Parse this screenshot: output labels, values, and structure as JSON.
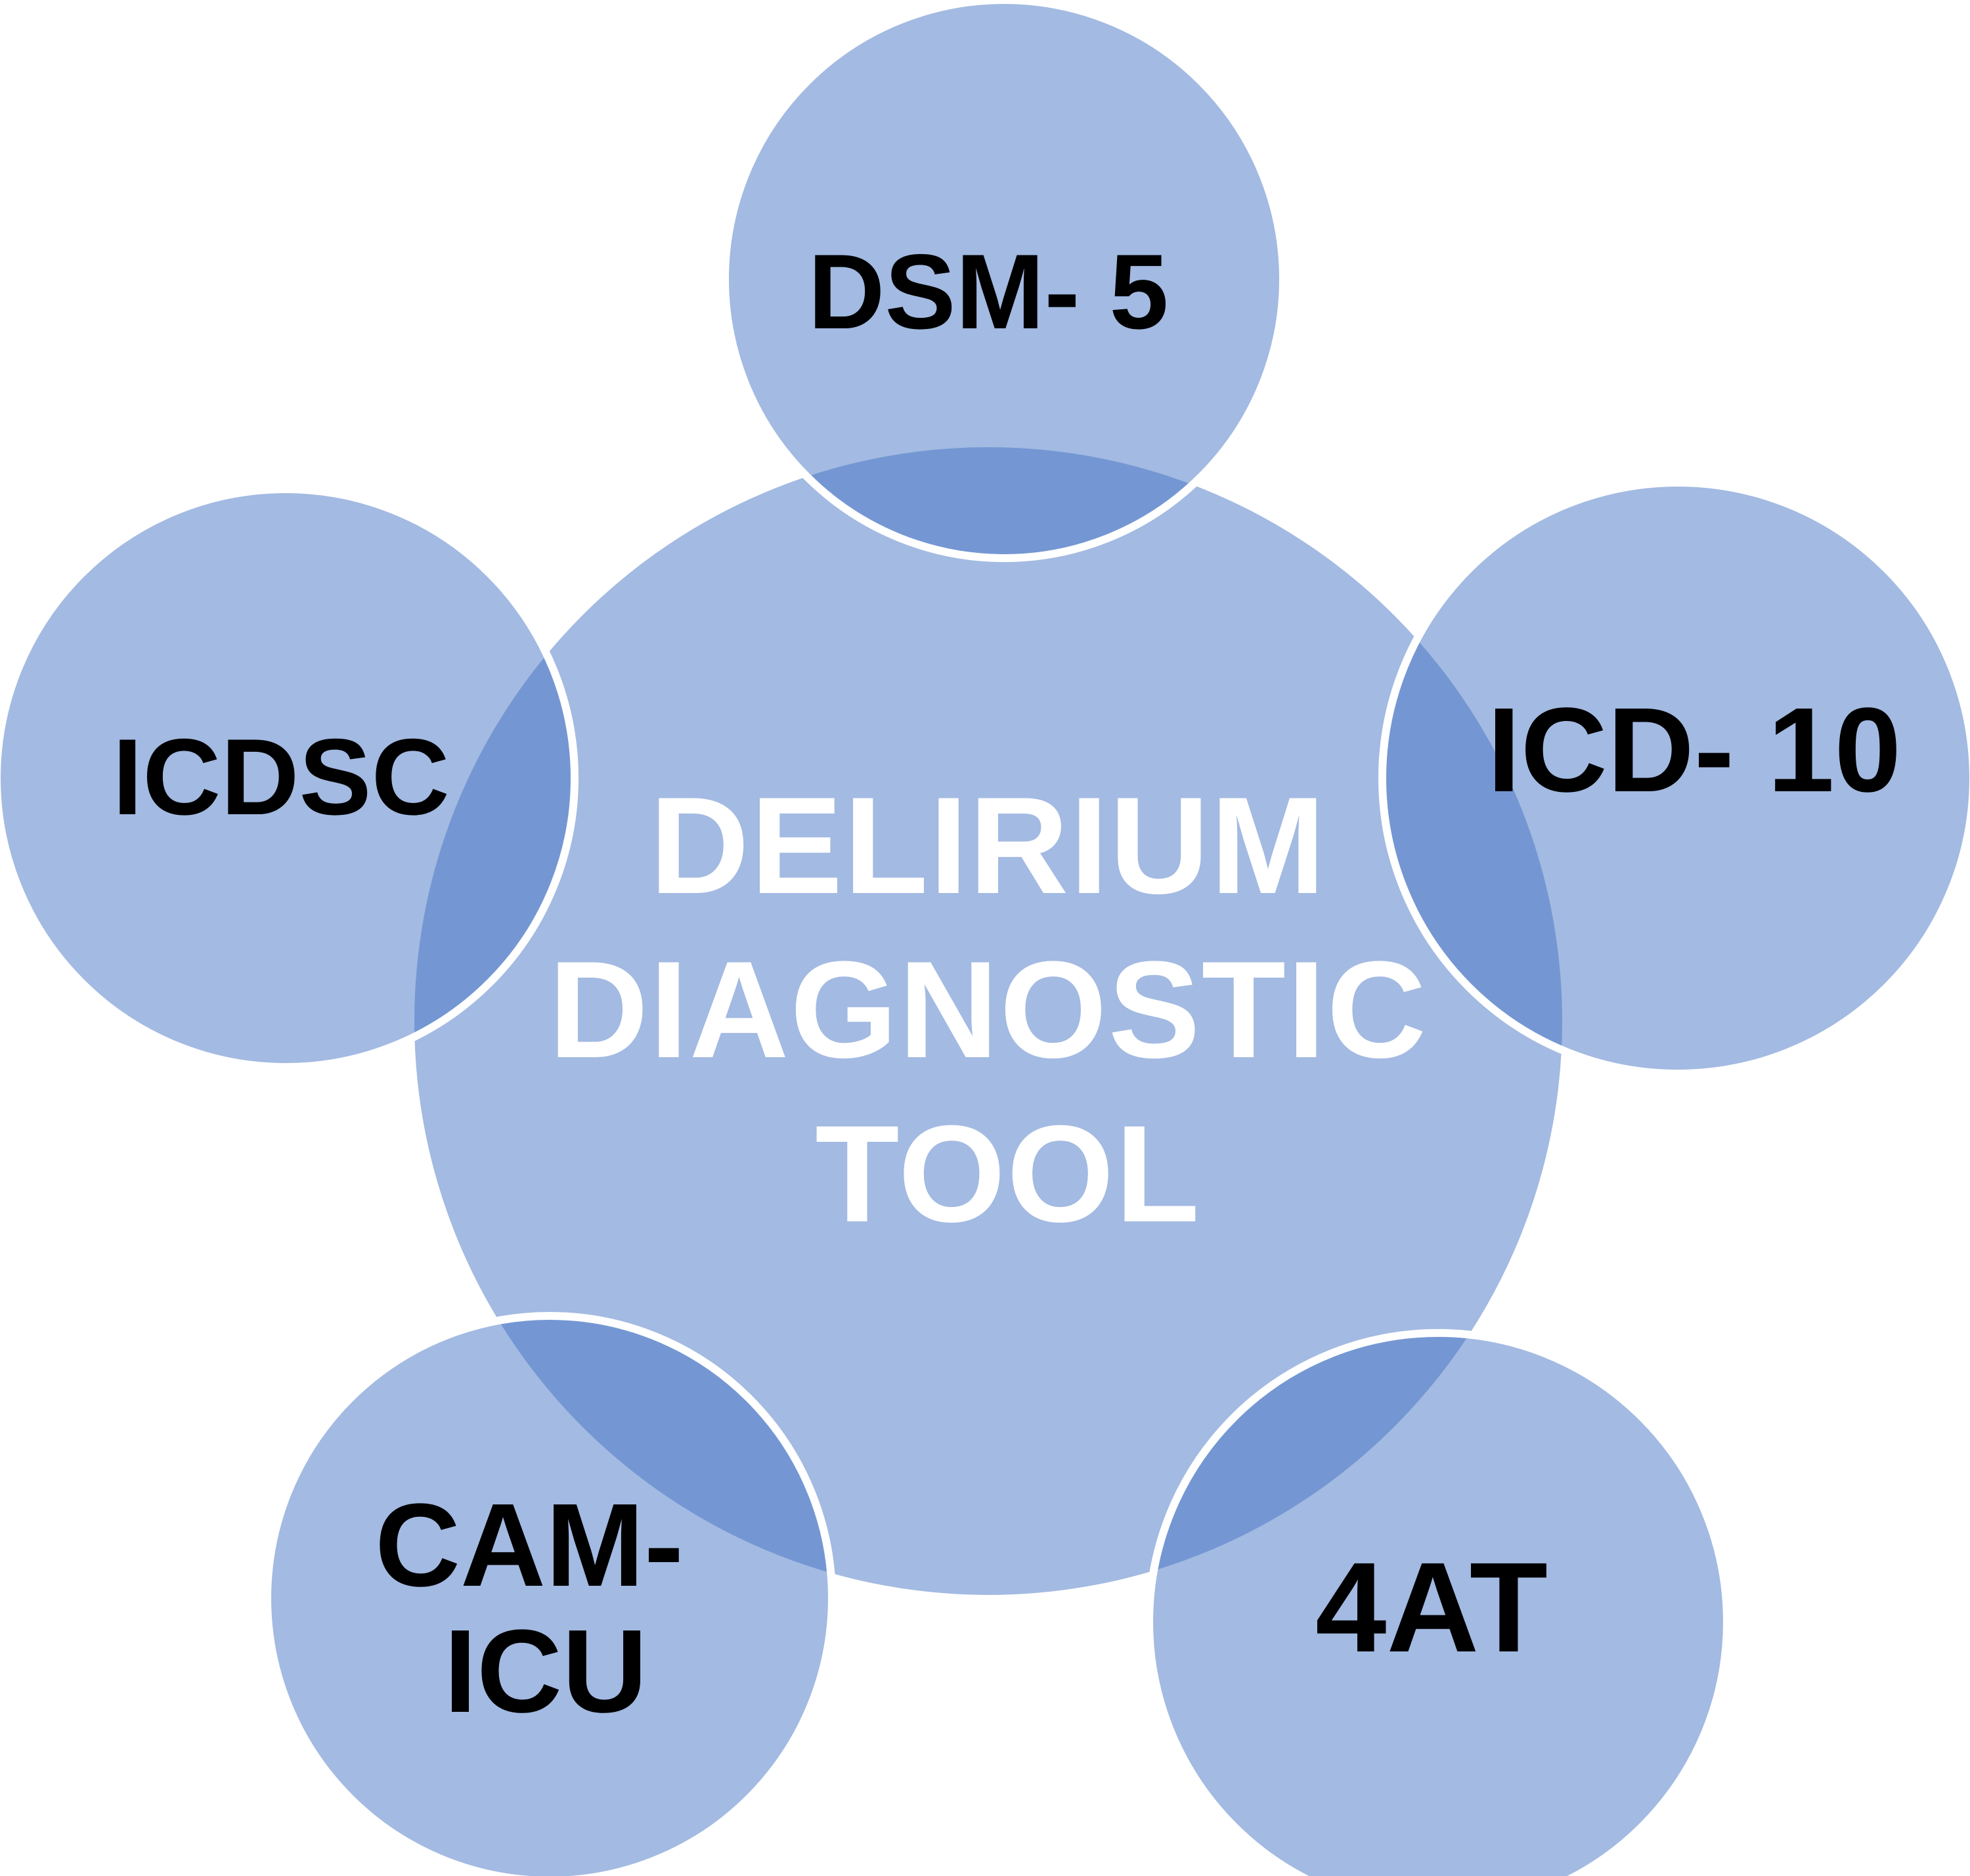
{
  "figure": {
    "background": "#FFFFFF",
    "shape_fill": "#4472C4",
    "shape_fill_opacity": "0.49",
    "shape_stroke": "#FFFFFF",
    "center": {
      "label": "DELIRIUM DIAGNOSTIC TOOL",
      "lines": [
        "DELIRIUM",
        "DIAGNOSTIC",
        "TOOL"
      ],
      "text_color": "#FFFFFF"
    },
    "satellites": [
      {
        "name": "DSM-5",
        "lines": [
          "DSM- 5"
        ],
        "text_color": "#000000"
      },
      {
        "name": "ICDSC",
        "lines": [
          "ICDSC"
        ],
        "text_color": "#000000"
      },
      {
        "name": "ICD-10",
        "lines": [
          "ICD- 10"
        ],
        "text_color": "#000000"
      },
      {
        "name": "CAM-ICU",
        "lines": [
          "CAM-",
          "ICU"
        ],
        "text_color": "#000000"
      },
      {
        "name": "4AT",
        "lines": [
          "4AT"
        ],
        "text_color": "#000000"
      }
    ]
  }
}
